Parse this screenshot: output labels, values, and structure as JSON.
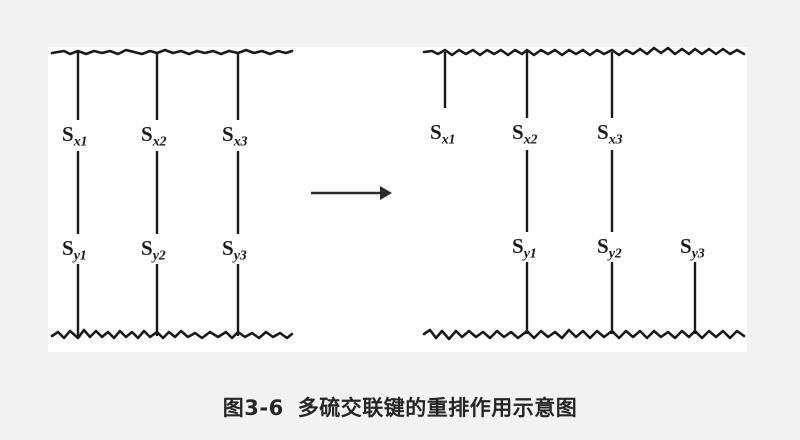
{
  "figure": {
    "caption_number": "图3-6",
    "caption_title": "多硫交联键的重排作用示意图",
    "background_color": "#f2f2f2",
    "panel_color": "#ffffff",
    "ink_color": "#1a1a1a"
  },
  "labels": {
    "left": {
      "sx1": {
        "base": "S",
        "sub": "x1"
      },
      "sx2": {
        "base": "S",
        "sub": "x2"
      },
      "sx3": {
        "base": "S",
        "sub": "x3"
      },
      "sy1": {
        "base": "S",
        "sub": "y1"
      },
      "sy2": {
        "base": "S",
        "sub": "y2"
      },
      "sy3": {
        "base": "S",
        "sub": "y3"
      }
    },
    "right": {
      "sx1": {
        "base": "S",
        "sub": "x1"
      },
      "sx2": {
        "base": "S",
        "sub": "x2"
      },
      "sx3": {
        "base": "S",
        "sub": "x3"
      },
      "sy1": {
        "base": "S",
        "sub": "y1"
      },
      "sy2": {
        "base": "S",
        "sub": "y2"
      },
      "sy3": {
        "base": "S",
        "sub": "y3"
      }
    }
  },
  "chart_data": {
    "type": "diagram",
    "title": "多硫交联键的重排作用示意图",
    "description": "Schematic of polysulfidic crosslink rearrangement: two rubber chains (wavy lines) joined by sulfur crosslinks before and after rearrangement.",
    "panels": [
      {
        "name": "before",
        "x_range": [
          52,
          290
        ],
        "chains": [
          {
            "name": "upper-chain",
            "y": 52
          },
          {
            "name": "lower-chain",
            "y": 335
          }
        ],
        "crosslinks": [
          {
            "x": 78,
            "top_label": "Sx1",
            "bottom_label": "Sy1",
            "spans_full": true
          },
          {
            "x": 157,
            "top_label": "Sx2",
            "bottom_label": "Sy2",
            "spans_full": true
          },
          {
            "x": 238,
            "top_label": "Sx3",
            "bottom_label": "Sy3",
            "spans_full": true
          }
        ]
      },
      {
        "name": "after",
        "x_range": [
          425,
          745
        ],
        "chains": [
          {
            "name": "upper-chain",
            "y": 52
          },
          {
            "name": "lower-chain",
            "y": 335
          }
        ],
        "crosslinks": [
          {
            "x": 445,
            "top_label": "Sx1",
            "bottom_label": null,
            "spans_full": false
          },
          {
            "x": 527,
            "top_label": "Sx2",
            "bottom_label": "Sy1",
            "spans_full": true
          },
          {
            "x": 612,
            "top_label": "Sx3",
            "bottom_label": "Sy2",
            "spans_full": true
          },
          {
            "x": 695,
            "top_label": null,
            "bottom_label": "Sy3",
            "spans_full": false
          }
        ]
      }
    ],
    "arrow": {
      "x_start": 311,
      "x_end": 388,
      "y": 193,
      "direction": "right"
    }
  }
}
